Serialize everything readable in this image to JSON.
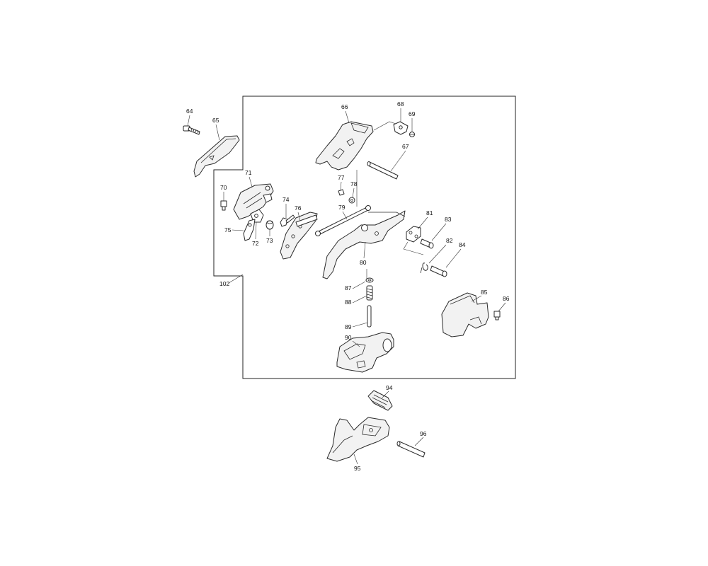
{
  "labels": {
    "p64": "64",
    "p65": "65",
    "p66": "66",
    "p67": "67",
    "p68": "68",
    "p69": "69",
    "p70": "70",
    "p71": "71",
    "p72": "72",
    "p73": "73",
    "p74": "74",
    "p75": "75",
    "p76": "76",
    "p77": "77",
    "p78": "78",
    "p79": "79",
    "p80": "80",
    "p81": "81",
    "p82": "82",
    "p83": "83",
    "p84": "84",
    "p85": "85",
    "p86": "86",
    "p87": "87",
    "p88": "88",
    "p89": "89",
    "p90": "90",
    "p94": "94",
    "p95": "95",
    "p96": "96",
    "p102": "102"
  }
}
